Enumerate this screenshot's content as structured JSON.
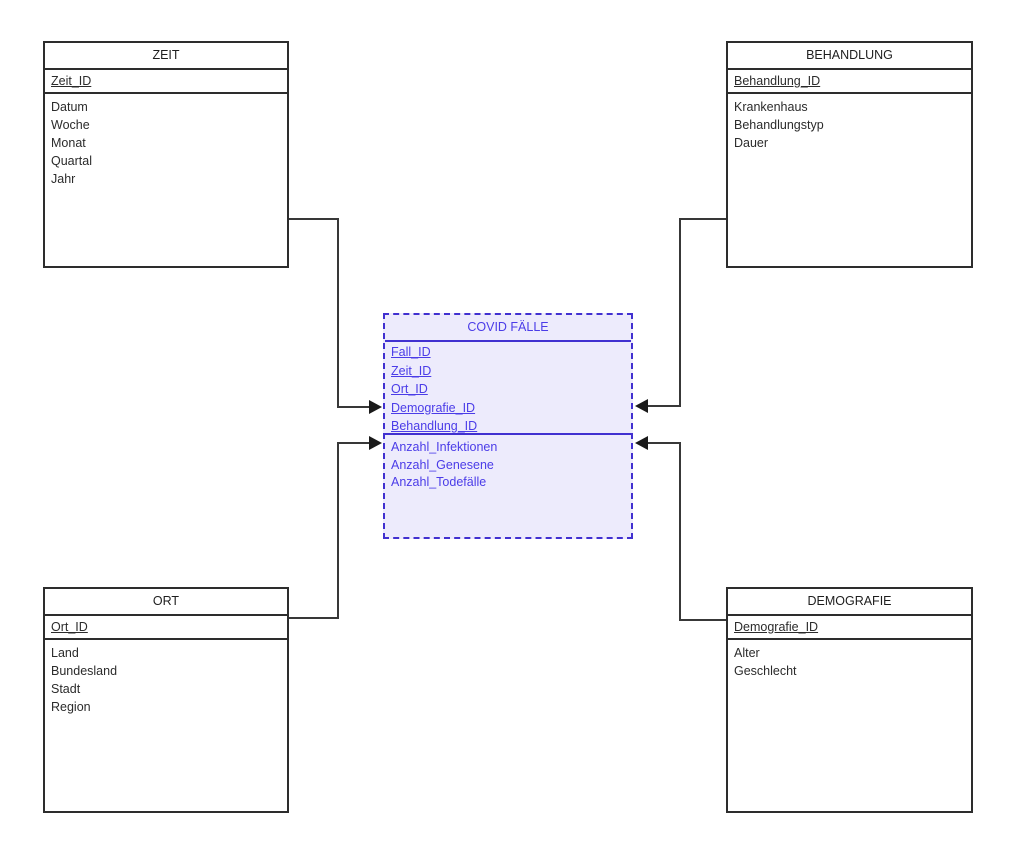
{
  "diagram": {
    "type": "star-schema-er-diagram",
    "fact_table": {
      "title": "COVID FÄLLE",
      "foreign_keys": [
        "Fall_ID",
        "Zeit_ID",
        "Ort_ID",
        "Demografie_ID",
        "Behandlung_ID"
      ],
      "measures": [
        "Anzahl_Infektionen",
        "Anzahl_Genesene",
        "Anzahl_Todefälle"
      ]
    },
    "dimension_tables": [
      {
        "id": "zeit",
        "title": "ZEIT",
        "pk": "Zeit_ID",
        "attributes": [
          "Datum",
          "Woche",
          "Monat",
          "Quartal",
          "Jahr"
        ]
      },
      {
        "id": "behandlung",
        "title": "BEHANDLUNG",
        "pk": "Behandlung_ID",
        "attributes": [
          "Krankenhaus",
          "Behandlungstyp",
          "Dauer"
        ]
      },
      {
        "id": "ort",
        "title": "ORT",
        "pk": "Ort_ID",
        "attributes": [
          "Land",
          "Bundesland",
          "Stadt",
          "Region"
        ]
      },
      {
        "id": "demografie",
        "title": "DEMOGRAFIE",
        "pk": "Demografie_ID",
        "attributes": [
          "Alter",
          "Geschlecht"
        ]
      }
    ],
    "relationships": [
      {
        "from": "ZEIT",
        "to": "COVID FÄLLE"
      },
      {
        "from": "BEHANDLUNG",
        "to": "COVID FÄLLE"
      },
      {
        "from": "ORT",
        "to": "COVID FÄLLE"
      },
      {
        "from": "DEMOGRAFIE",
        "to": "COVID FÄLLE"
      }
    ],
    "colors": {
      "fact_border": "#4130d0",
      "fact_text": "#4b3ce8",
      "fact_background": "#edebfc",
      "dimension_border": "#2d2d2d",
      "dimension_text": "#2b2b2b",
      "connector": "#383838",
      "arrowhead": "#1a1a1a",
      "canvas": "#ffffff"
    }
  }
}
